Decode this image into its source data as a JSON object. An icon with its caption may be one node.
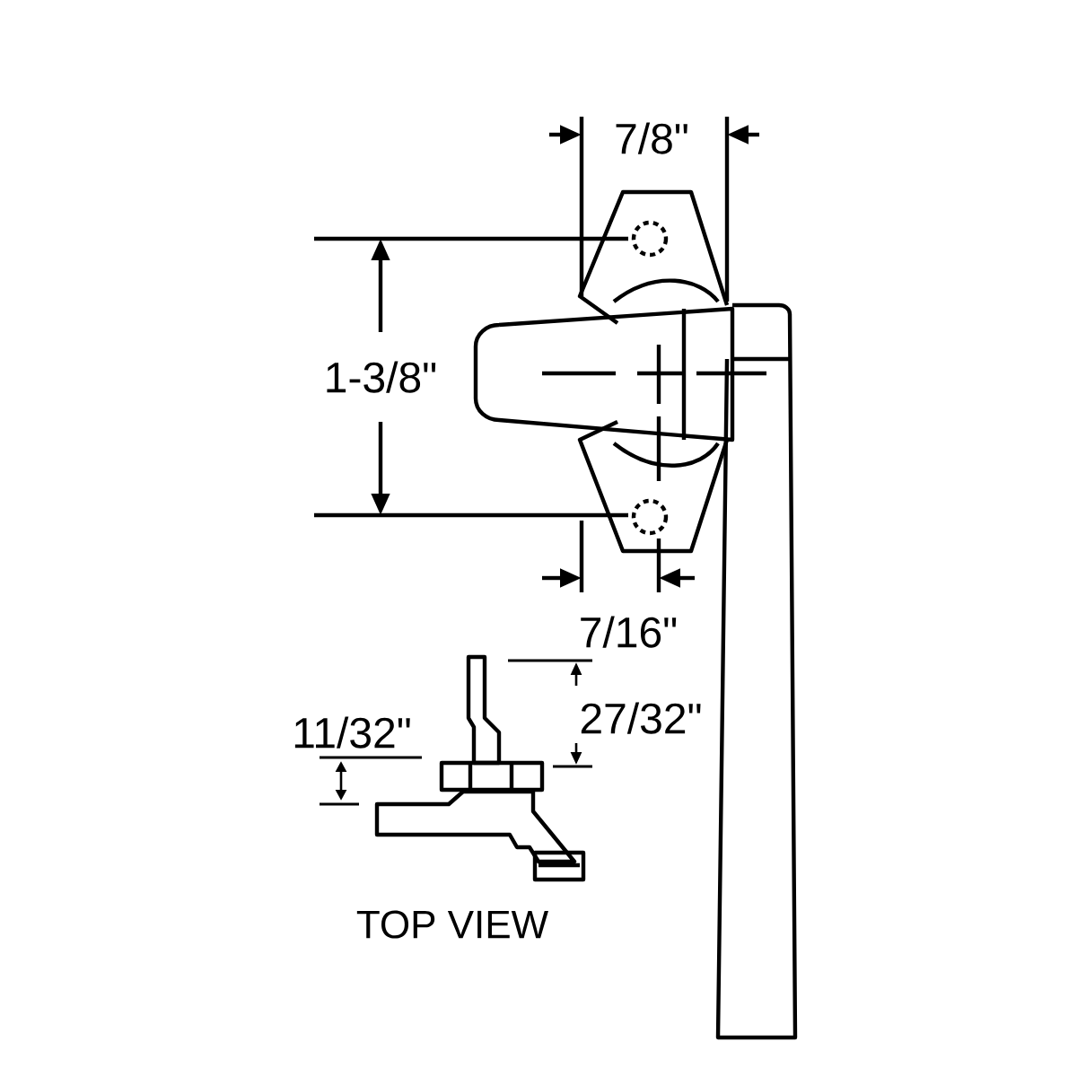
{
  "diagram": {
    "labels": [
      "7/8\"",
      "1-3/8\"",
      "7/16\"",
      "27/32\"",
      "11/32\"",
      "TOP VIEW"
    ]
  }
}
